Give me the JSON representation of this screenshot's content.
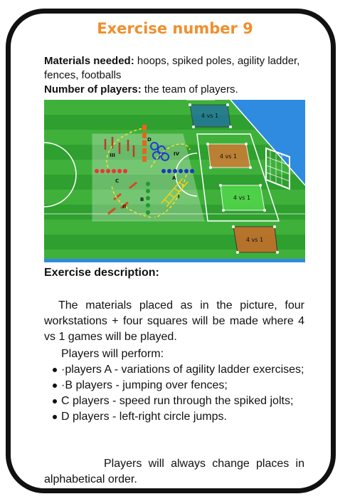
{
  "title": "Exercise number 9",
  "materials": {
    "label": "Materials needed:",
    "text": "hoops, spiked poles, agility ladder, fences, footballs"
  },
  "players": {
    "label": "Number of players:",
    "text": "the team of players."
  },
  "diagram": {
    "zones": [
      "4 vs 1",
      "4 vs 1",
      "4 vs 1",
      "4 vs 1"
    ],
    "stations": [
      "A",
      "B",
      "C",
      "D",
      "I",
      "II",
      "III",
      "IV"
    ]
  },
  "description": {
    "heading": "Exercise description:",
    "paragraph": "The materials placed as in the picture, four workstations + four squares will be made where 4 vs 1 games will be played.",
    "perform": "Players will perform:",
    "items": [
      "·players A - variations of agility ladder exercises;",
      "·B players - jumping over fences;",
      "C players - speed run through the spiked jolts;",
      "D players - left-right circle jumps."
    ],
    "closing": "Players will always change places in alphabetical order."
  }
}
